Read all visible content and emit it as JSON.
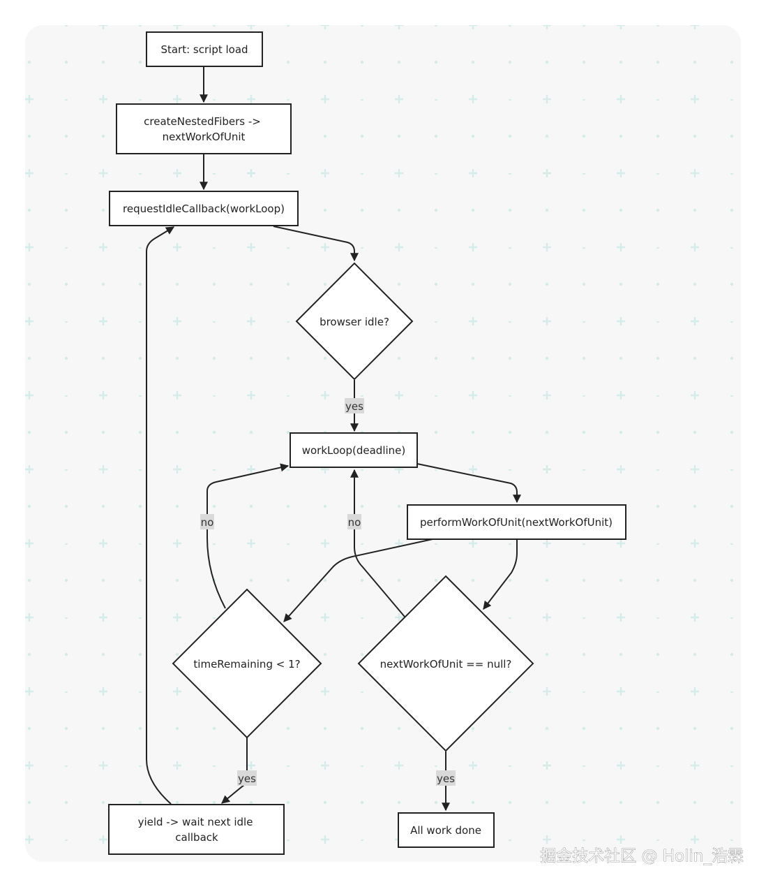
{
  "nodes": {
    "start": "Start: script load",
    "create_line1": "createNestedFibers ->",
    "create_line2": "nextWorkOfUnit",
    "request": "requestIdleCallback(workLoop)",
    "browser_idle": "browser idle?",
    "workloop": "workLoop(deadline)",
    "perform": "performWorkOfUnit(nextWorkOfUnit)",
    "time_remaining": "timeRemaining < 1?",
    "next_null": "nextWorkOfUnit == null?",
    "yield_line1": "yield -> wait next idle",
    "yield_line2": "callback",
    "done": "All work done"
  },
  "edge_labels": {
    "idle_yes": "yes",
    "time_no": "no",
    "null_no": "no",
    "time_yes": "yes",
    "null_yes": "yes"
  },
  "watermark": "掘金技术社区 @ Holin_浩霖",
  "colors": {
    "background": "#ffffff",
    "panel": "#f7f7f7",
    "node_fill": "#ffffff",
    "stroke": "#222222",
    "edge_label_bg": "#d9d9d9",
    "grid_mark": "#d3ece9"
  }
}
